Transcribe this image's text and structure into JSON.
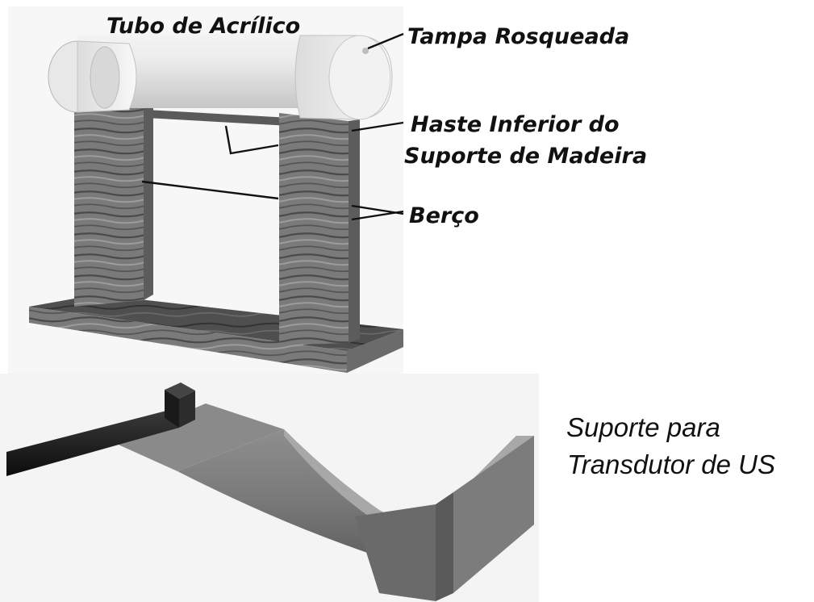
{
  "diagram": {
    "labels": {
      "tube": "Tubo de Acrílico",
      "cap": "Tampa Rosqueada",
      "rod_line1": "Haste Inferior do",
      "rod_line2": "Suporte de Madeira",
      "cradle": "Berço",
      "transducer_line1": "Suporte para",
      "transducer_line2": "Transdutor de US"
    }
  }
}
